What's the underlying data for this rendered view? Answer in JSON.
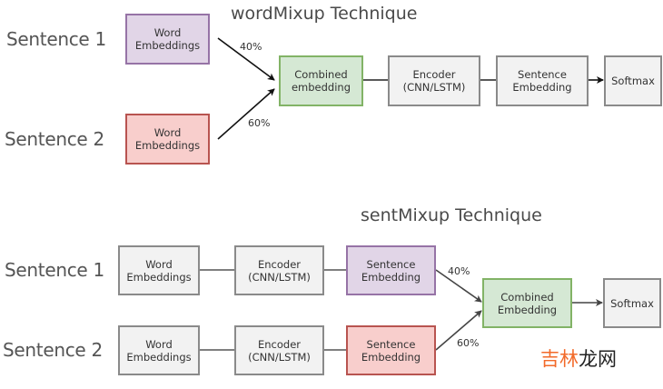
{
  "word_mixup": {
    "title": "wordMixup Technique",
    "sentence_1": "Sentence 1",
    "sentence_2": "Sentence 2",
    "word_emb_1": [
      "Word",
      "Embeddings"
    ],
    "word_emb_2": [
      "Word",
      "Embeddings"
    ],
    "pct_1": "40%",
    "pct_2": "60%",
    "combined": [
      "Combined",
      "embedding"
    ],
    "encoder": [
      "Encoder",
      "(CNN/LSTM)"
    ],
    "sentence_embedding": [
      "Sentence",
      "Embedding"
    ],
    "softmax": "Softmax"
  },
  "sent_mixup": {
    "title": "sentMixup Technique",
    "sentence_1": "Sentence 1",
    "sentence_2": "Sentence 2",
    "word_emb_1": [
      "Word",
      "Embeddings"
    ],
    "word_emb_2": [
      "Word",
      "Embeddings"
    ],
    "encoder_1": [
      "Encoder",
      "(CNN/LSTM)"
    ],
    "encoder_2": [
      "Encoder",
      "(CNN/LSTM)"
    ],
    "sent_emb_1": [
      "Sentence",
      "Embedding"
    ],
    "sent_emb_2": [
      "Sentence",
      "Embedding"
    ],
    "pct_1": "40%",
    "pct_2": "60%",
    "combined": [
      "Combined",
      "Embedding"
    ],
    "softmax": "Softmax"
  },
  "watermark": {
    "part_orange": "吉林",
    "part_black": "龙网"
  },
  "colors": {
    "purple_fill": "#e1d5e7",
    "purple_border": "#9673a6",
    "red_fill": "#f8cecc",
    "red_border": "#b85450",
    "green_fill": "#d5e8d4",
    "green_border": "#82b366",
    "gray_fill": "#f2f2f2",
    "gray_border": "#8a8a8a",
    "watermark_orange": "#f26a2a"
  }
}
